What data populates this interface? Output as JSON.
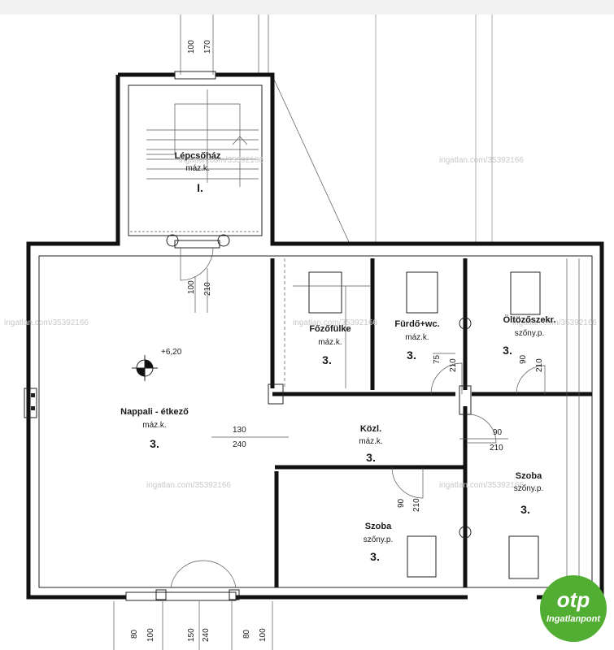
{
  "rooms": [
    {
      "name": "Lépcsőház",
      "floor": "máz.k.",
      "level": "I."
    },
    {
      "name": "Nappali - étkező",
      "floor": "máz.k.",
      "level": "3."
    },
    {
      "name": "Főzőfülke",
      "floor": "máz.k.",
      "level": "3."
    },
    {
      "name": "Fürdő+wc.",
      "floor": "máz.k.",
      "level": "3."
    },
    {
      "name": "Öltözőszekr.",
      "floor": "szőny.p.",
      "level": "3."
    },
    {
      "name": "Közl.",
      "floor": "máz.k.",
      "level": "3."
    },
    {
      "name": "Szoba",
      "floor": "szőny.p.",
      "level": "3."
    },
    {
      "name": "Szoba",
      "floor": "szőny.p.",
      "level": "3."
    }
  ],
  "level_mark": "+6,20",
  "dimensions": {
    "stair_door_top": [
      "100",
      "170"
    ],
    "entry_door": [
      "100",
      "210"
    ],
    "opening_nappali": [
      "130",
      "240"
    ],
    "bath_door": [
      "75",
      "210"
    ],
    "closet_door": [
      "90",
      "210"
    ],
    "szoba_right_door": [
      "90",
      "210"
    ],
    "szoba_left_door": [
      "90",
      "210"
    ],
    "bottom_widths": [
      "80",
      "100",
      "150",
      "240",
      "80",
      "100"
    ]
  },
  "watermark": "ingatlan.com/35392166",
  "brand": {
    "mark": "otp",
    "name": "Ingatlanpont",
    "color": "#52ae32"
  }
}
